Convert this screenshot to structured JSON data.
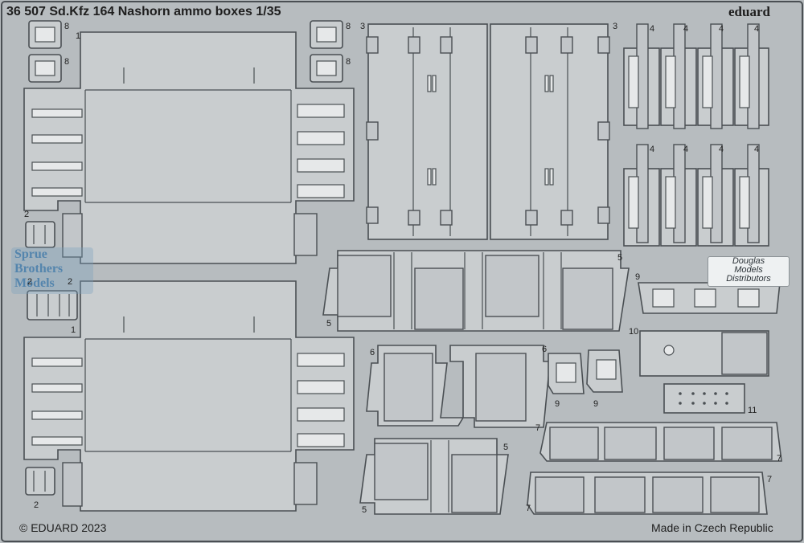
{
  "sheet": {
    "title": "36 507 Sd.Kfz 164 Nashorn ammo boxes 1/35",
    "brand": "eduard",
    "copyright": "© EDUARD 2023",
    "origin": "Made in Czech Republic"
  },
  "watermarks": {
    "sprue_brothers": [
      "Sprue",
      "Brothers",
      "Models"
    ],
    "distributor": [
      "Douglas",
      "Models",
      "Distributors"
    ]
  },
  "part_numbers": {
    "p1a": "1",
    "p1b": "1",
    "p2a": "2",
    "p2b": "2",
    "p2c": "2",
    "p2d": "2",
    "p3a": "3",
    "p3b": "3",
    "p4a": "4",
    "p4b": "4",
    "p4c": "4",
    "p4d": "4",
    "p4e": "4",
    "p4f": "4",
    "p4g": "4",
    "p4h": "4",
    "p5a": "5",
    "p5b": "5",
    "p5c": "5",
    "p5d": "5",
    "p6a": "6",
    "p6b": "6",
    "p7a": "7",
    "p7b": "7",
    "p7c": "7",
    "p7d": "7",
    "p8a": "8",
    "p8b": "8",
    "p8c": "8",
    "p8d": "8",
    "p9a": "9",
    "p9b": "9",
    "p9c": "9",
    "p10": "10",
    "p11": "11"
  },
  "colors": {
    "fret": "#b7bcbf",
    "metal": "#c9cdcf",
    "cut": "#4a4f53"
  }
}
